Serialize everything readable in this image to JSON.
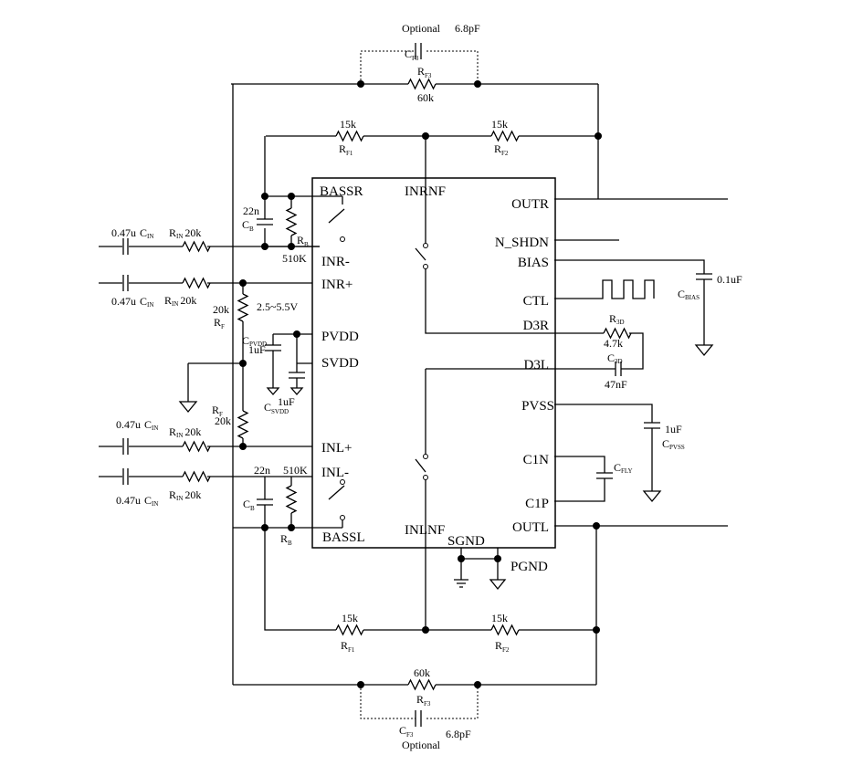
{
  "pins": {
    "bassr": "BASSR",
    "inr_minus": "INR-",
    "inr_plus": "INR+",
    "pvdd": "PVDD",
    "svdd": "SVDD",
    "inl_plus": "INL+",
    "inl_minus": "INL-",
    "bassl": "BASSL",
    "inrnf": "INRNF",
    "inlnf": "INLNF",
    "sgnd": "SGND",
    "pgnd": "PGND",
    "outr": "OUTR",
    "n_shdn": "N_SHDN",
    "bias": "BIAS",
    "ctl": "CTL",
    "d3r": "D3R",
    "d3l": "D3L",
    "pvss": "PVSS",
    "c1n": "C1N",
    "c1p": "C1P",
    "outl": "OUTL"
  },
  "labels": {
    "optional_top": "Optional",
    "cap_68p_top": "6.8pF",
    "cf3_top_main": "C",
    "cf3_top_sub": "F3",
    "rf3_top_main": "R",
    "rf3_top_sub": "F3",
    "val_60k_top": "60k",
    "val_15k_rf1_top": "15k",
    "rf1_top_main": "R",
    "rf1_top_sub": "F1",
    "val_15k_rf2_top": "15k",
    "rf2_top_main": "R",
    "rf2_top_sub": "F2",
    "cb_r_val": "22n",
    "cb_r_main": "C",
    "cb_r_sub": "B",
    "rb_r_main": "R",
    "rb_r_sub": "B",
    "rb_r_val": "510K",
    "in1_c_val": "0.47u",
    "in1_c_main": "C",
    "in1_c_sub": "IN",
    "in1_r_main": "R",
    "in1_r_sub": "IN",
    "in1_r_val": "20k",
    "in2_c_val": "0.47u",
    "in2_c_main": "C",
    "in2_c_sub": "IN",
    "in2_r_main": "R",
    "in2_r_sub": "IN",
    "in2_r_val": "20k",
    "rf_top_val": "20k",
    "rf_top_main": "R",
    "rf_top_sub": "F",
    "supply": "2.5~5.5V",
    "cpvdd_main": "C",
    "cpvdd_sub": "PVDD",
    "cpvdd_val": "1uF",
    "csvdd_val": "1uF",
    "csvdd_main": "C",
    "csvdd_sub": "SVDD",
    "rf_bot_main": "R",
    "rf_bot_sub": "F",
    "rf_bot_val": "20k",
    "in3_c_val": "0.47u",
    "in3_c_main": "C",
    "in3_c_sub": "IN",
    "in3_r_main": "R",
    "in3_r_sub": "IN",
    "in3_r_val": "20k",
    "in4_c_val": "0.47u",
    "in4_c_main": "C",
    "in4_c_sub": "IN",
    "in4_r_main": "R",
    "in4_r_sub": "IN",
    "in4_r_val": "20k",
    "cb_l_val": "22n",
    "rb_l_val": "510K",
    "cb_l_main": "C",
    "cb_l_sub": "B",
    "rb_l_main": "R",
    "rb_l_sub": "B",
    "cbias_val": "0.1uF",
    "cbias_main": "C",
    "cbias_sub": "BIAS",
    "r3d_main": "R",
    "r3d_sub": "3D",
    "r3d_val": "4.7k",
    "c3d_main": "C",
    "c3d_sub": "3D",
    "c3d_val": "47nF",
    "cpvss_val": "1uF",
    "cpvss_main": "C",
    "cpvss_sub": "PVSS",
    "cfly_main": "C",
    "cfly_sub": "FLY",
    "val_15k_rf1_bot": "15k",
    "rf1_bot_main": "R",
    "rf1_bot_sub": "F1",
    "val_15k_rf2_bot": "15k",
    "rf2_bot_main": "R",
    "rf2_bot_sub": "F2",
    "val_60k_bot": "60k",
    "rf3_bot_main": "R",
    "rf3_bot_sub": "F3",
    "cf3_bot_main": "C",
    "cf3_bot_sub": "F3",
    "cap_68p_bot": "6.8pF",
    "optional_bot": "Optional"
  }
}
